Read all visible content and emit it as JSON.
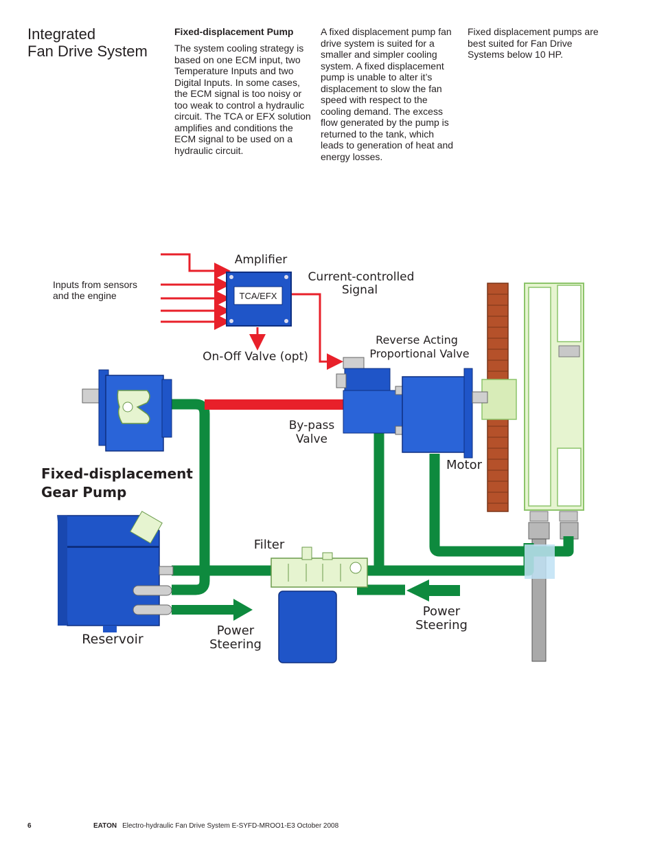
{
  "page": {
    "title_line1": "Integrated",
    "title_line2": "Fan Drive System"
  },
  "columns": {
    "col1_heading": "Fixed-displacement Pump",
    "col1_text": "The system cooling strategy is based on one ECM input, two Temperature Inputs and two Digital Inputs. In some cases, the ECM signal is too noisy or too weak to control a hydraulic circuit. The TCA or EFX solution amplifies and conditions the ECM signal to be used on a hydraulic circuit.",
    "col2_text": "A fixed displacement pump fan drive system is suited for a smaller and simpler cooling system. A fixed displacement pump is unable to alter it’s displacement to slow the fan speed with respect to the cooling demand. The excess flow generated by the pump is returned to the tank, which leads to generation of heat and energy losses.",
    "col3_text": "Fixed displacement pumps are best suited for Fan Drive Systems below 10 HP."
  },
  "diagram": {
    "amplifier": "Amplifier",
    "tca_efx": "TCA/EFX",
    "inputs_line1": "Inputs from sensors",
    "inputs_line2": "and the engine",
    "current_line1": "Current-controlled",
    "current_line2": "Signal",
    "onoff_valve": "On-Off Valve (opt)",
    "reverse_line1": "Reverse Acting",
    "reverse_line2": "Proportional Valve",
    "bypass_line1": "By-pass",
    "bypass_line2": "Valve",
    "motor": "Motor",
    "pump_line1": "Fixed-displacement",
    "pump_line2": "Gear Pump",
    "filter": "Filter",
    "reservoir": "Reservoir",
    "ps_left_line1": "Power",
    "ps_left_line2": "Steering",
    "ps_right_line1": "Power",
    "ps_right_line2": "Steering",
    "colors": {
      "pipe_green": "#0e8a3e",
      "signal_red": "#e8202a",
      "component_blue": "#1f55c8",
      "fan_brown": "#b5512a",
      "radiator_green": "#c8e6a0"
    }
  },
  "footer": {
    "page_number": "6",
    "brand": "EATON",
    "doc": "Electro-hydraulic Fan Drive System  E-SYFD-MROO1-E3  October 2008"
  }
}
